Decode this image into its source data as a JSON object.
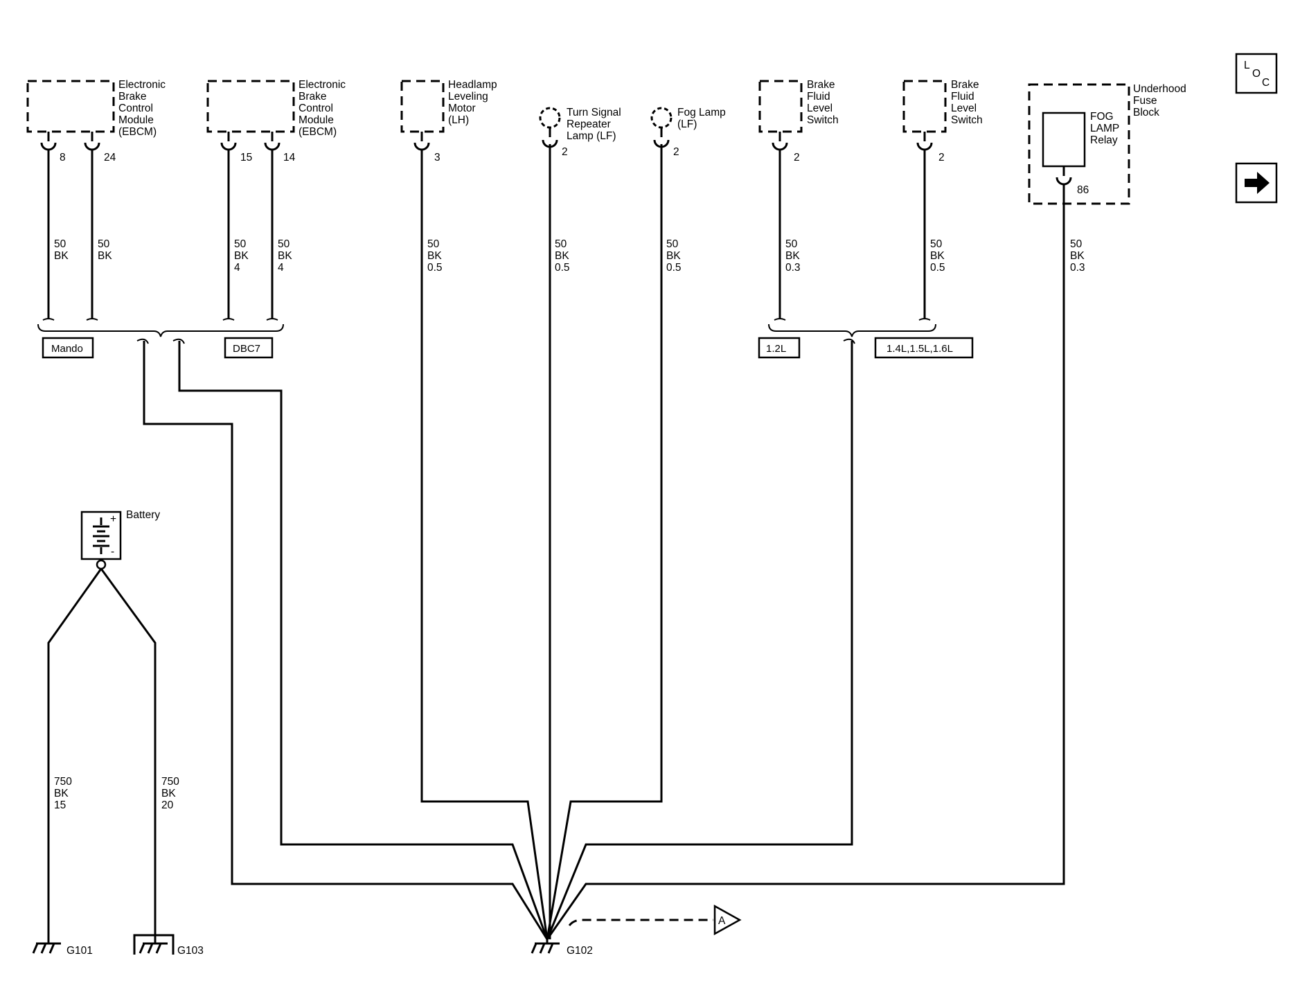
{
  "nav": {
    "loc_letters": [
      "L",
      "O",
      "C"
    ],
    "loc_icon": "loc-icon",
    "next_icon": "arrow-right-icon"
  },
  "components": {
    "ebcm_1": {
      "name": [
        "Electronic",
        "Brake",
        "Control",
        "Module",
        "(EBCM)"
      ],
      "pins": [
        "8",
        "24"
      ]
    },
    "ebcm_2": {
      "name": [
        "Electronic",
        "Brake",
        "Control",
        "Module",
        "(EBCM)"
      ],
      "pins": [
        "15",
        "14"
      ]
    },
    "headlamp_motor": {
      "name": [
        "Headlamp",
        "Leveling",
        "Motor",
        "(LH)"
      ],
      "pin": "3"
    },
    "turn_signal": {
      "name": [
        "Turn Signal",
        "Repeater",
        "Lamp (LF)"
      ],
      "pin": "2"
    },
    "fog_lamp": {
      "name": [
        "Fog Lamp",
        "(LF)"
      ],
      "pin": "2"
    },
    "brake_switch_1": {
      "name": [
        "Brake",
        "Fluid",
        "Level",
        "Switch"
      ],
      "pin": "2"
    },
    "brake_switch_2": {
      "name": [
        "Brake",
        "Fluid",
        "Level",
        "Switch"
      ],
      "pin": "2"
    },
    "fuse_block": {
      "name": [
        "Underhood",
        "Fuse",
        "Block"
      ],
      "relay": [
        "FOG",
        "LAMP",
        "Relay"
      ],
      "pin": "86"
    },
    "battery": {
      "name": "Battery",
      "plus": "+",
      "minus": "-"
    }
  },
  "wires": {
    "ebcm1_pin8": [
      "50",
      "BK"
    ],
    "ebcm1_pin24": [
      "50",
      "BK"
    ],
    "ebcm2_pin15": [
      "50",
      "BK",
      "4"
    ],
    "ebcm2_pin14": [
      "50",
      "BK",
      "4"
    ],
    "headlamp": [
      "50",
      "BK",
      "0.5"
    ],
    "turn_signal": [
      "50",
      "BK",
      "0.5"
    ],
    "fog_lamp": [
      "50",
      "BK",
      "0.5"
    ],
    "brake_switch_1": [
      "50",
      "BK",
      "0.3"
    ],
    "brake_switch_2": [
      "50",
      "BK",
      "0.5"
    ],
    "fuse_block": [
      "50",
      "BK",
      "0.3"
    ],
    "battery_g101": [
      "750",
      "BK",
      "15"
    ],
    "battery_g103": [
      "750",
      "BK",
      "20"
    ]
  },
  "options": {
    "mando": "Mando",
    "dbc7": "DBC7",
    "engine_12": "1.2L",
    "engine_multi": "1.4L,1.5L,1.6L"
  },
  "grounds": {
    "g101": "G101",
    "g103": "G103",
    "g102": "G102"
  },
  "references": {
    "offpage_a": "A"
  }
}
